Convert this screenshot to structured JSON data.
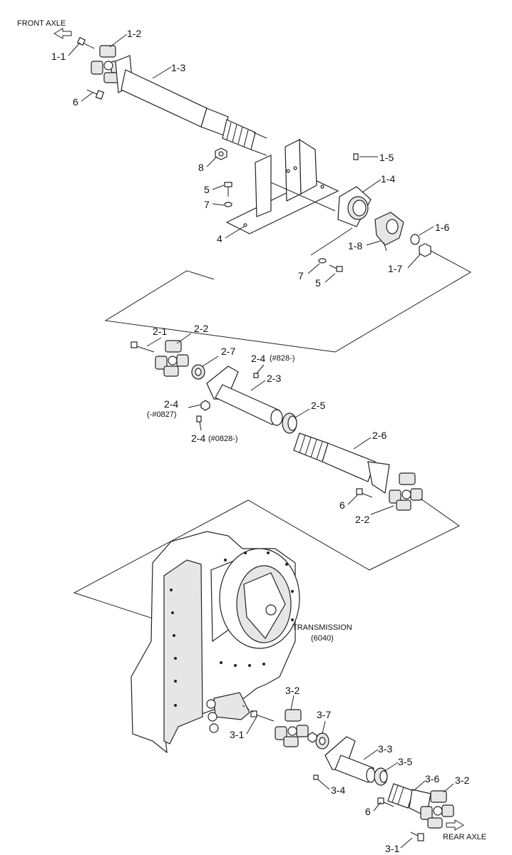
{
  "title_front": "FRONT AXLE",
  "title_rear": "REAR AXLE",
  "transmission": {
    "name": "TRANSMISSION",
    "model": "(6040)"
  },
  "labels": {
    "l_1_1": "1-1",
    "l_1_2": "1-2",
    "l_1_3": "1-3",
    "l_6a": "6",
    "l_8": "8",
    "l_5a": "5",
    "l_7a": "7",
    "l_4": "4",
    "l_1_5": "1-5",
    "l_1_4": "1-4",
    "l_1_6": "1-6",
    "l_1_8": "1-8",
    "l_1_7": "1-7",
    "l_7b": "7",
    "l_5b": "5",
    "l_2_1": "2-1",
    "l_2_2a": "2-2",
    "l_2_7": "2-7",
    "l_2_4a": "2-4",
    "l_2_4a_note": "(#828-)",
    "l_2_3": "2-3",
    "l_2_4b": "2-4",
    "l_2_4b_note": "(-#0827)",
    "l_2_4c": "2-4",
    "l_2_4c_note": "(#0828-)",
    "l_2_5": "2-5",
    "l_2_6": "2-6",
    "l_6b": "6",
    "l_2_2b": "2-2",
    "l_3_2a": "3-2",
    "l_3_7": "3-7",
    "l_3_1a": "3-1",
    "l_3_3": "3-3",
    "l_3_5": "3-5",
    "l_3_4": "3-4",
    "l_3_6": "3-6",
    "l_3_2b": "3-2",
    "l_6c": "6",
    "l_3_1b": "3-1"
  },
  "icons": {
    "front_arrow": "arrow-left-outline-icon",
    "rear_arrow": "arrow-right-outline-icon"
  }
}
